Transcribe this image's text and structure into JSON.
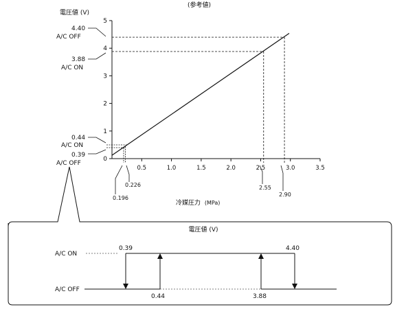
{
  "chart_data": [
    {
      "type": "line",
      "title": "(参考値)",
      "xlabel": "冷媒圧力",
      "xlabel_unit": "(MPa)",
      "ylabel": "電圧値 (V)",
      "xlim": [
        0,
        3.5
      ],
      "ylim": [
        0,
        5
      ],
      "x_ticks": [
        0.5,
        1.0,
        1.5,
        2.0,
        2.5,
        3.0,
        3.5
      ],
      "x_tick_labels": [
        "0.5",
        "1.0",
        "1.5",
        "2.0",
        "2.5",
        "3.0",
        "3.5"
      ],
      "y_ticks": [
        0,
        1,
        2,
        3,
        4,
        5
      ],
      "y_tick_labels": [
        "0",
        "1",
        "2",
        "3",
        "4",
        "5"
      ],
      "grid": false,
      "series": [
        {
          "x": [
            -0.0,
            2.98
          ],
          "y": [
            0.12,
            4.54
          ]
        }
      ],
      "reference_points": [
        {
          "x_label": "0.196",
          "y_label_value": "0.39",
          "y_label_state": "A/C OFF",
          "x": 0.196,
          "y": 0.39
        },
        {
          "x_label": "0.226",
          "y_label_value": "0.44",
          "y_label_state": "A/C ON",
          "x": 0.226,
          "y": 0.44
        },
        {
          "x_label": "2.55",
          "y_label_value": "3.88",
          "y_label_state": "A/C ON",
          "x": 2.55,
          "y": 3.88
        },
        {
          "x_label": "2.90",
          "y_label_value": "4.40",
          "y_label_state": "A/C OFF",
          "x": 2.9,
          "y": 4.4
        }
      ]
    },
    {
      "type": "line",
      "title": "電圧値 (V)",
      "states": [
        "A/C ON",
        "A/C OFF"
      ],
      "switch_points": [
        {
          "label": "0.39",
          "x": 0.39,
          "from": "A/C ON",
          "to": "A/C OFF"
        },
        {
          "label": "0.44",
          "x": 0.44,
          "from": "A/C OFF",
          "to": "A/C ON"
        },
        {
          "label": "3.88",
          "x": 3.88,
          "from": "A/C OFF",
          "to": "A/C ON"
        },
        {
          "label": "4.40",
          "x": 4.4,
          "from": "A/C ON",
          "to": "A/C OFF"
        }
      ]
    }
  ]
}
